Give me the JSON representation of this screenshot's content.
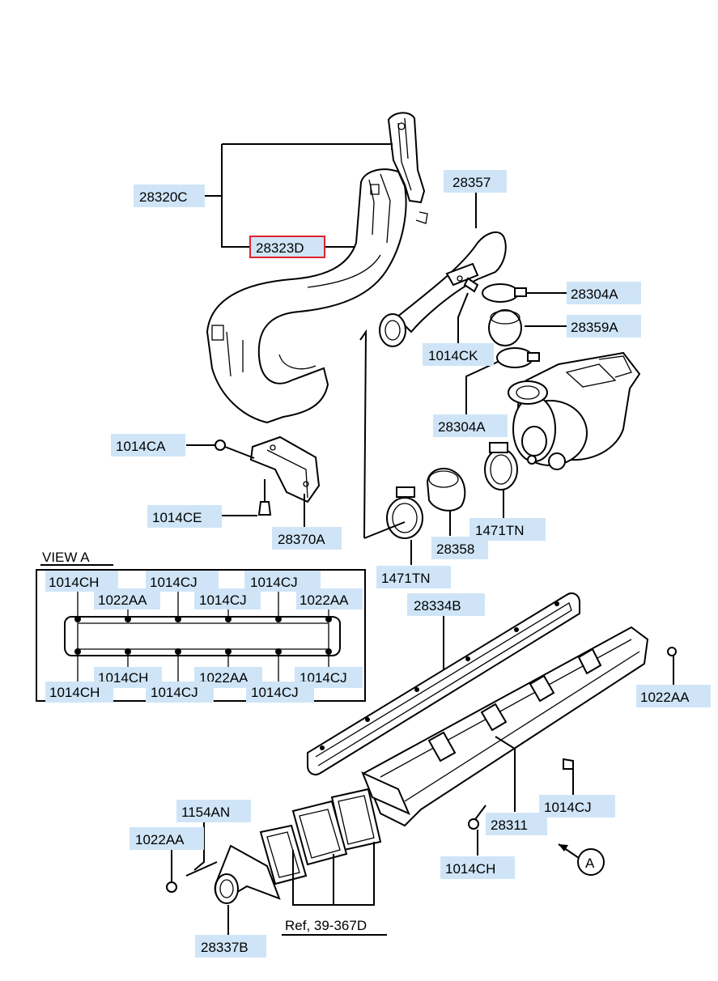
{
  "labels": {
    "p28320C": "28320C",
    "p28323D": "28323D",
    "p28357": "28357",
    "p28304A_top": "28304A",
    "p28359A": "28359A",
    "p1014CK": "1014CK",
    "p28304A_mid": "28304A",
    "p1014CA": "1014CA",
    "p1014CE": "1014CE",
    "p28370A": "28370A",
    "p28358": "28358",
    "p1471TN_right": "1471TN",
    "p1471TN_left": "1471TN",
    "p28334B": "28334B",
    "p1022AA_right": "1022AA",
    "p1014CJ_right": "1014CJ",
    "p28311": "28311",
    "p1014CH_bottom": "1014CH",
    "p1154AN": "1154AN",
    "p1022AA_bottom": "1022AA",
    "p28337B": "28337B",
    "ref_39_367D": "Ref, 39-367D",
    "view_arrow_letter": "A"
  },
  "view_a": {
    "title": "VIEW  A",
    "top_row1": [
      "1014CH",
      "1014CJ",
      "1014CJ"
    ],
    "top_row2": [
      "1022AA",
      "1014CJ",
      "1022AA"
    ],
    "bottom_row1": [
      "1014CH",
      "1022AA",
      "1014CJ"
    ],
    "bottom_row2": [
      "1014CH",
      "1014CJ",
      "1014CJ"
    ]
  },
  "colors": {
    "label_background": "#cfe5f7",
    "highlight_box": "#e0242a",
    "line": "#000000"
  }
}
